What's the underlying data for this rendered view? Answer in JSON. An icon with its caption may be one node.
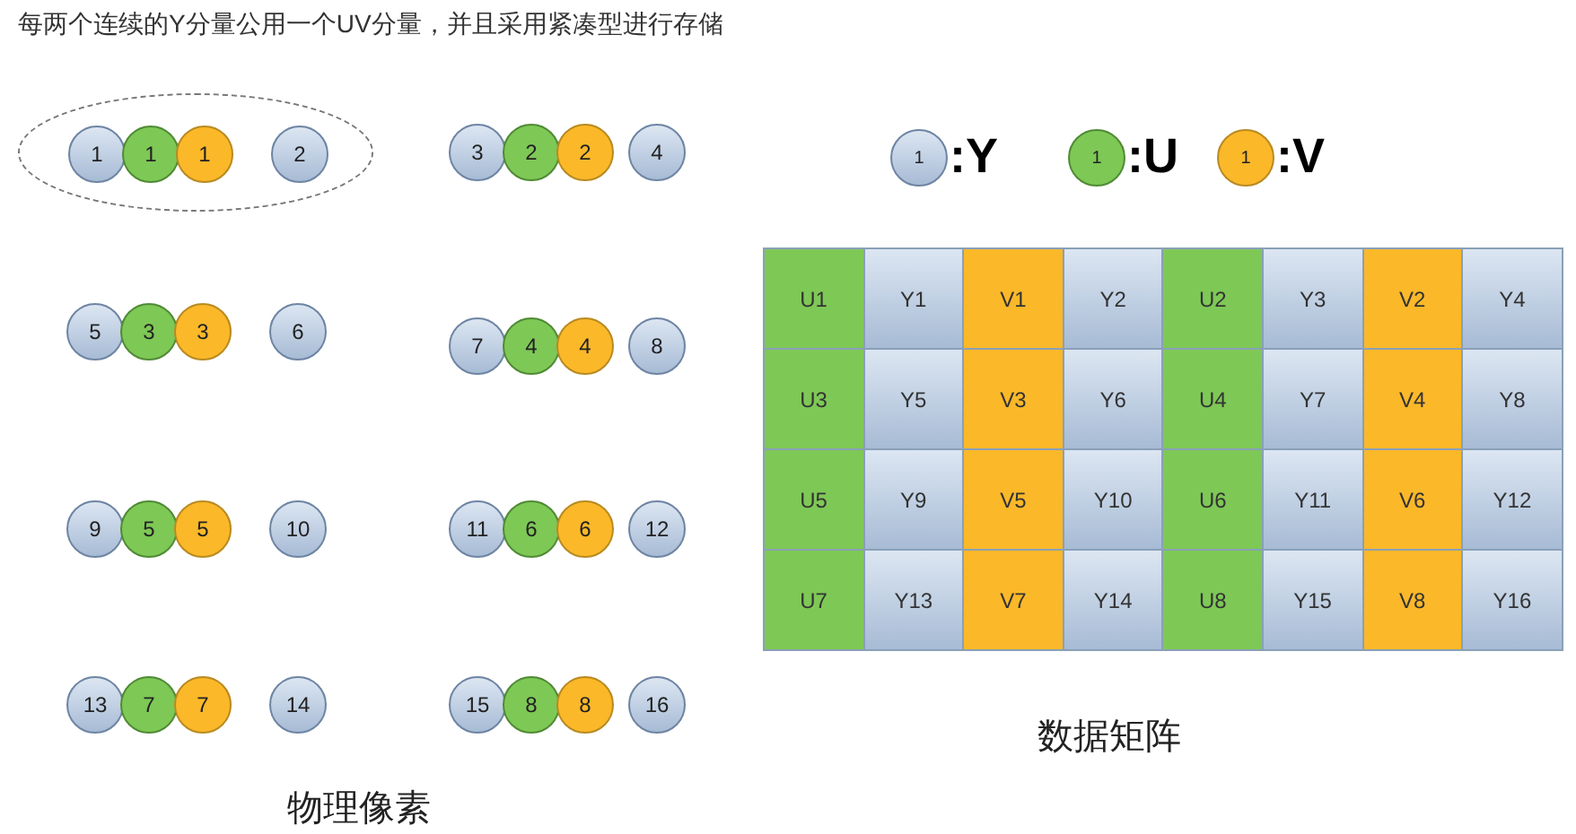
{
  "diagram": {
    "title": "每两个连续的Y分量公用一个UV分量，并且采用紧凑型进行存储",
    "nodes": [
      {
        "text": [],
        "shape": "ellipse"
      },
      {
        "text": [
          "1"
        ],
        "in": 0
      },
      {
        "text": [
          "1"
        ],
        "in": 0
      },
      {
        "text": [
          "1"
        ],
        "in": 0
      },
      {
        "text": [
          "2"
        ],
        "in": 0
      },
      {
        "text": [
          "3"
        ]
      },
      {
        "text": [
          "2"
        ]
      },
      {
        "text": [
          "2"
        ]
      },
      {
        "text": [
          "4"
        ]
      },
      {
        "text": [
          "5"
        ]
      },
      {
        "text": [
          "3"
        ]
      },
      {
        "text": [
          "3"
        ]
      },
      {
        "text": [
          "6"
        ]
      },
      {
        "text": [
          "7"
        ]
      },
      {
        "text": [
          "4"
        ]
      },
      {
        "text": [
          "4"
        ]
      },
      {
        "text": [
          "8"
        ]
      },
      {
        "text": [
          "9"
        ]
      },
      {
        "text": [
          "5"
        ]
      },
      {
        "text": [
          "5"
        ]
      },
      {
        "text": [
          "10"
        ]
      },
      {
        "text": [
          "11"
        ]
      },
      {
        "text": [
          "6"
        ]
      },
      {
        "text": [
          "6"
        ]
      },
      {
        "text": [
          "12"
        ]
      },
      {
        "text": [
          "13"
        ]
      },
      {
        "text": [
          "7"
        ]
      },
      {
        "text": [
          "7"
        ]
      },
      {
        "text": [
          "14"
        ]
      },
      {
        "text": [
          "15"
        ]
      },
      {
        "text": [
          "8"
        ]
      },
      {
        "text": [
          "8"
        ]
      },
      {
        "text": [
          "16"
        ]
      },
      {
        "text": [
          "1"
        ],
        "beside": [
          ":Y"
        ]
      },
      {
        "text": [
          "1"
        ],
        "beside": [
          ":U"
        ]
      },
      {
        "text": [
          "1"
        ],
        "beside": [
          ":V"
        ]
      },
      {
        "text": [
          "U1"
        ]
      },
      {
        "text": [
          "Y1"
        ]
      },
      {
        "text": [
          "V1"
        ]
      },
      {
        "text": [
          "Y2"
        ]
      },
      {
        "text": [
          "U2"
        ]
      },
      {
        "text": [
          "Y3"
        ]
      },
      {
        "text": [
          "V2"
        ]
      },
      {
        "text": [
          "Y4"
        ]
      },
      {
        "text": [
          "U3"
        ]
      },
      {
        "text": [
          "Y5"
        ]
      },
      {
        "text": [
          "V3"
        ]
      },
      {
        "text": [
          "Y6"
        ]
      },
      {
        "text": [
          "U4"
        ]
      },
      {
        "text": [
          "Y7"
        ]
      },
      {
        "text": [
          "V4"
        ]
      },
      {
        "text": [
          "Y8"
        ]
      },
      {
        "text": [
          "U5"
        ]
      },
      {
        "text": [
          "Y9"
        ]
      },
      {
        "text": [
          "V5"
        ]
      },
      {
        "text": [
          "Y10"
        ]
      },
      {
        "text": [
          "U6"
        ]
      },
      {
        "text": [
          "Y11"
        ]
      },
      {
        "text": [
          "V6"
        ]
      },
      {
        "text": [
          "Y12"
        ]
      },
      {
        "text": [
          "U7"
        ]
      },
      {
        "text": [
          "Y13"
        ]
      },
      {
        "text": [
          "V7"
        ]
      },
      {
        "text": [
          "Y14"
        ]
      },
      {
        "text": [
          "U8"
        ]
      },
      {
        "text": [
          "Y15"
        ]
      },
      {
        "text": [
          "V8"
        ]
      },
      {
        "text": [
          "Y16"
        ]
      }
    ],
    "labels": [
      "数据矩阵",
      "物理像素"
    ]
  }
}
